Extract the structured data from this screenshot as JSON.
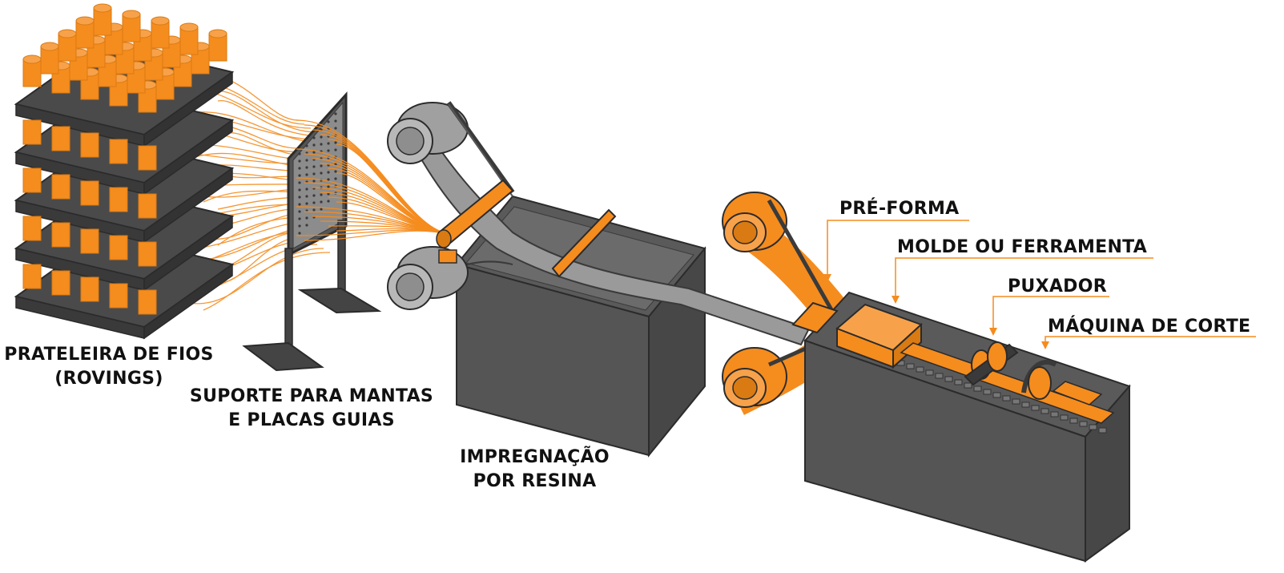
{
  "colors": {
    "orange": "#F58C1E",
    "orange_dark": "#D97A12",
    "dark_gray": "#4a4a4a",
    "mid_gray": "#5d5d5d",
    "light_gray": "#9a9a9a",
    "outline": "#2b2b2b"
  },
  "labels": {
    "creel_line1": "PRATELEIRA DE FIOS",
    "creel_line2": "(ROVINGS)",
    "guide_line1": "SUPORTE PARA MANTAS",
    "guide_line2": "E PLACAS GUIAS",
    "resin_line1": "IMPREGNAÇÃO",
    "resin_line2": "POR RESINA",
    "preform": "PRÉ-FORMA",
    "die": "MOLDE OU FERRAMENTA",
    "puller": "PUXADOR",
    "cutter": "MÁQUINA DE CORTE"
  },
  "icons": {
    "creel": "roving-creel-icon",
    "guide_plate": "guide-plate-icon",
    "resin_bath": "resin-bath-icon",
    "rollers": "roller-icon",
    "machine": "pultrusion-machine-icon"
  }
}
